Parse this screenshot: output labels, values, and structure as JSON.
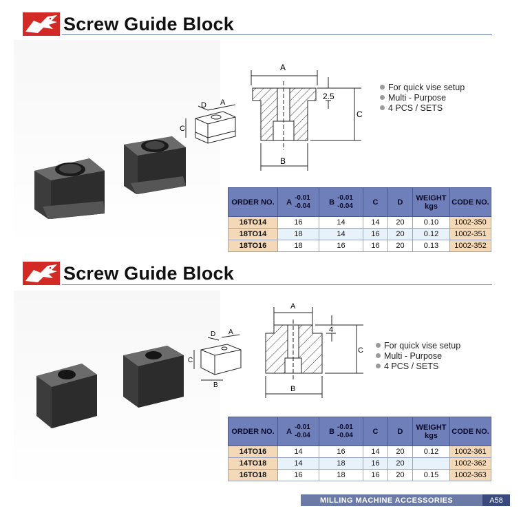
{
  "sections": [
    {
      "title": "Screw Guide Block",
      "features": [
        "For quick vise setup",
        "Multi - Purpose",
        "4 PCS / SETS"
      ],
      "dims": {
        "a": "A",
        "b": "B",
        "c": "C",
        "d": "D",
        "gap": "2.5"
      },
      "table": {
        "headers": {
          "order": "ORDER NO.",
          "a": "A",
          "a_tol1": "-0.01",
          "a_tol2": "-0.04",
          "b": "B",
          "b_tol1": "-0.01",
          "b_tol2": "-0.04",
          "c": "C",
          "d": "D",
          "weight1": "WEIGHT",
          "weight2": "kgs",
          "code": "CODE NO."
        },
        "rows": [
          {
            "order": "16TO14",
            "a": "16",
            "b": "14",
            "c": "14",
            "d": "20",
            "weight": "0.10",
            "code": "1002-350"
          },
          {
            "order": "18TO14",
            "a": "18",
            "b": "14",
            "c": "16",
            "d": "20",
            "weight": "0.12",
            "code": "1002-351"
          },
          {
            "order": "18TO16",
            "a": "18",
            "b": "16",
            "c": "16",
            "d": "20",
            "weight": "0.13",
            "code": "1002-352"
          }
        ]
      }
    },
    {
      "title": "Screw Guide Block",
      "features": [
        "For quick vise setup",
        "Multi - Purpose",
        "4 PCS / SETS"
      ],
      "dims": {
        "a": "A",
        "b": "B",
        "c": "C",
        "d": "D",
        "gap": "4"
      },
      "table": {
        "headers": {
          "order": "ORDER NO.",
          "a": "A",
          "a_tol1": "-0.01",
          "a_tol2": "-0.04",
          "b": "B",
          "b_tol1": "-0.01",
          "b_tol2": "-0.04",
          "c": "C",
          "d": "D",
          "weight1": "WEIGHT",
          "weight2": "kgs",
          "code": "CODE NO."
        },
        "rows": [
          {
            "order": "14TO16",
            "a": "14",
            "b": "16",
            "c": "14",
            "d": "20",
            "weight": "0.12",
            "code": "1002-361"
          },
          {
            "order": "14TO18",
            "a": "14",
            "b": "18",
            "c": "16",
            "d": "20",
            "weight": "",
            "code": "1002-362"
          },
          {
            "order": "16TO18",
            "a": "16",
            "b": "18",
            "c": "16",
            "d": "20",
            "weight": "0.15",
            "code": "1002-363"
          }
        ]
      }
    }
  ],
  "footer": {
    "label": "MILLING MACHINE ACCESSORIES",
    "page": "A58"
  },
  "colors": {
    "header_bg": "#6f7fb9",
    "order_bg": "#f3d9b8",
    "logo_red": "#d42a25",
    "footer_bg": "#6c7aa8"
  }
}
